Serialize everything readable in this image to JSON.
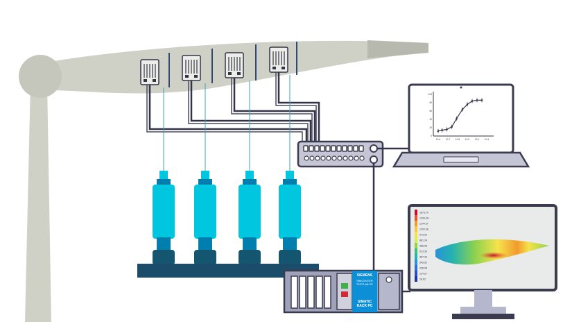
{
  "rack_pc": {
    "brand_top": "SIEMENS",
    "product_line1": "SIMCENTER",
    "product_line2": "TESTLAB RT",
    "brand_bottom": "SIMATIC",
    "model": "RACK PC"
  },
  "laptop_chart": {
    "y_ticks": [
      "100",
      "80",
      "60",
      "40",
      "20",
      "0"
    ],
    "x_ticks": [
      "10.6",
      "10.7",
      "10.8",
      "10.9",
      "10.0",
      "10.4"
    ],
    "points": [
      {
        "x": 0.0,
        "y": 12
      },
      {
        "x": 0.08,
        "y": 14
      },
      {
        "x": 0.18,
        "y": 16
      },
      {
        "x": 0.28,
        "y": 22
      },
      {
        "x": 0.38,
        "y": 42
      },
      {
        "x": 0.5,
        "y": 64
      },
      {
        "x": 0.6,
        "y": 76
      },
      {
        "x": 0.7,
        "y": 84
      },
      {
        "x": 0.8,
        "y": 86
      },
      {
        "x": 0.9,
        "y": 86
      }
    ]
  },
  "monitor_legend": {
    "values": [
      "1873.70",
      "1339.28",
      "1144.37",
      "1109.28",
      "973.00",
      "881.24",
      "486.98",
      "573.35",
      "487.34",
      "345.52",
      "226.98",
      "114.37",
      "18.62"
    ],
    "colors": [
      "#c8102e",
      "#e8532a",
      "#f29a2e",
      "#f7c744",
      "#f6e24a",
      "#d9ec4a",
      "#8fd24e",
      "#3fc07a",
      "#26b2b0",
      "#2a92d6",
      "#2d6ed8",
      "#2b4fc2",
      "#1f33a0"
    ]
  },
  "colors": {
    "turbine": "#cfd0c6",
    "turbine_dark": "#b8b9ae",
    "actuator_cyan": "#00c6e0",
    "actuator_blue": "#007eae",
    "actuator_dark": "#145670",
    "base_navy": "#1b4d6b",
    "cable_dark": "#33334a",
    "rack_blue": "#0c8fd6",
    "frame_dark": "#3b3b4f"
  },
  "icons": {
    "strain_gauge": "strain-gauge-icon",
    "daq_hub": "daq-hub-icon",
    "laptop": "laptop-icon",
    "monitor": "monitor-icon",
    "rack_pc": "rack-pc-icon"
  }
}
